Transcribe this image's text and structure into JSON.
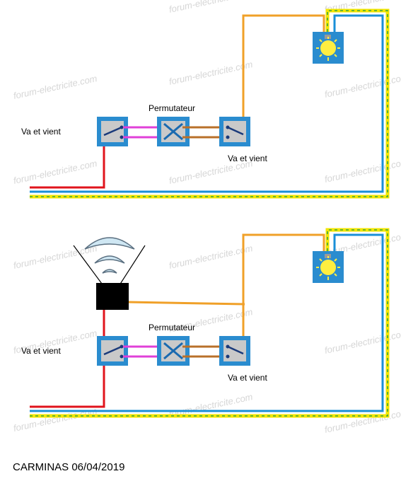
{
  "watermark": "forum-electricite.com",
  "diagram1": {
    "label_switch_left": "Va et vient",
    "label_intermediate": "Permutateur",
    "label_switch_right": "Va et vient"
  },
  "diagram2": {
    "label_switch_left": "Va et vient",
    "label_intermediate": "Permutateur",
    "label_switch_right": "Va et vient"
  },
  "footer": "CARMINAS 06/04/2019",
  "colors": {
    "phase": "#e0141c",
    "neutral": "#1a8fd8",
    "earth_yellow": "#f2e600",
    "earth_green": "#3aa640",
    "return_orange": "#f0a028",
    "traveller_pink": "#e040d8",
    "traveller_brown": "#b8702a",
    "box_blue": "#2a8ccf",
    "box_grey": "#c9c9c9",
    "lamp_yellow": "#ffee40",
    "module_black": "#000000",
    "wave_fill": "#cfe7f3"
  }
}
